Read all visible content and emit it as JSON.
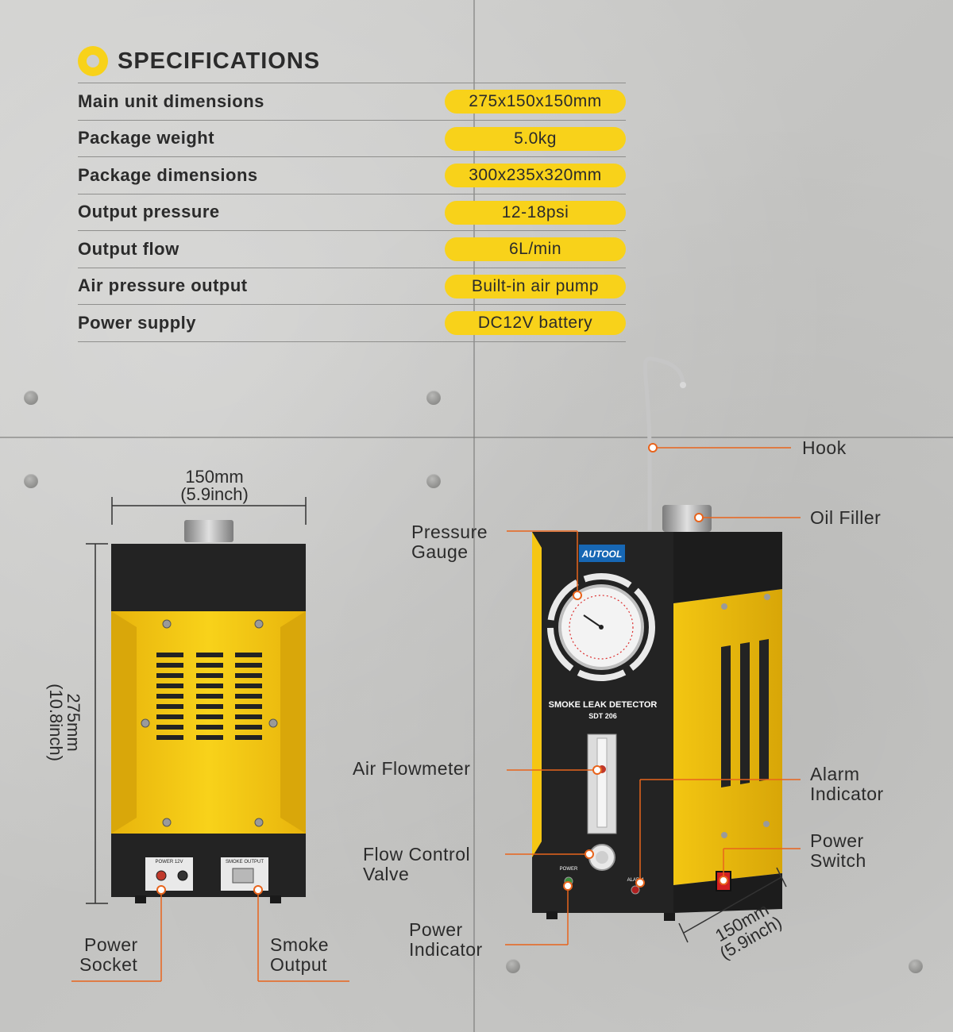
{
  "specifications": {
    "title": "SPECIFICATIONS",
    "rows": [
      {
        "label": "Main unit dimensions",
        "value": "275x150x150mm"
      },
      {
        "label": "Package weight",
        "value": "5.0kg"
      },
      {
        "label": "Package dimensions",
        "value": "300x235x320mm"
      },
      {
        "label": "Output pressure",
        "value": "12-18psi"
      },
      {
        "label": "Output flow",
        "value": "6L/min"
      },
      {
        "label": "Air pressure output",
        "value": "Built-in air pump"
      },
      {
        "label": "Power supply",
        "value": "DC12V battery"
      }
    ]
  },
  "back_view": {
    "width_mm": "150mm",
    "width_inch": "(5.9inch)",
    "height_mm": "275mm",
    "height_inch": "(10.8inch)",
    "panel_labels": {
      "power": "POWER 12V",
      "smoke": "SMOKE OUTPUT"
    },
    "callouts": {
      "power_socket": [
        "Power",
        "Socket"
      ],
      "smoke_output": [
        "Smoke",
        "Output"
      ]
    }
  },
  "front_view": {
    "brand": "AUTOOL",
    "product_name": "SMOKE LEAK DETECTOR",
    "model": "SDT 206",
    "panel_labels": {
      "power": "POWER",
      "alarm": "ALARM"
    },
    "depth_mm": "150mm",
    "depth_inch": "(5.9inch)",
    "callouts": {
      "hook": [
        "Hook"
      ],
      "oil_filler": [
        "Oil Filler"
      ],
      "pressure_gauge": [
        "Pressure",
        "Gauge"
      ],
      "air_flowmeter": [
        "Air Flowmeter"
      ],
      "alarm_indicator": [
        "Alarm",
        "Indicator"
      ],
      "flow_control_valve": [
        "Flow Control",
        "Valve"
      ],
      "power_switch": [
        "Power",
        "Switch"
      ],
      "power_indicator": [
        "Power",
        "Indicator"
      ]
    }
  },
  "colors": {
    "accent_yellow": "#f8d21a",
    "callout_orange": "#e8641c",
    "device_black": "#232323",
    "device_yellow": "#f5c614"
  }
}
